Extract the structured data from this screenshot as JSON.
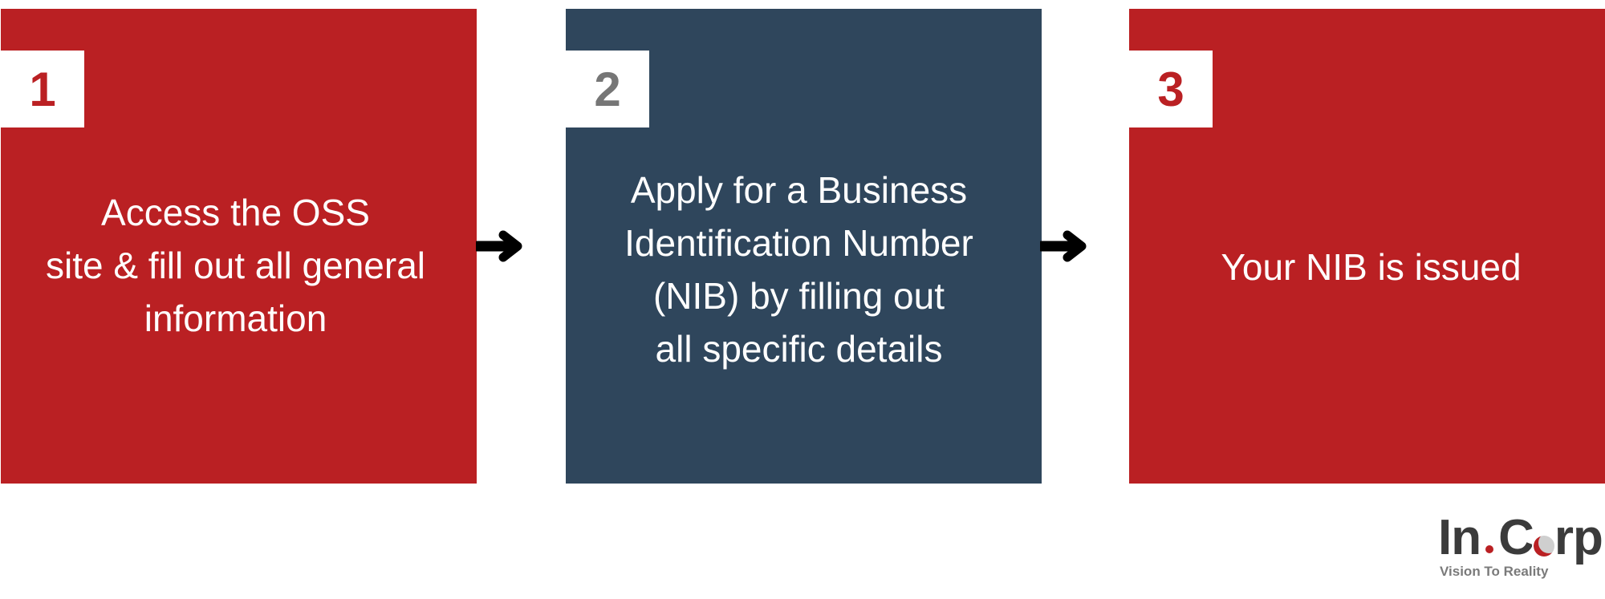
{
  "steps": [
    {
      "number": "1",
      "lines": [
        "Access the OSS",
        "site & fill out all general",
        "information"
      ]
    },
    {
      "number": "2",
      "lines": [
        "Apply for a Business",
        "Identification Number",
        "(NIB) by filling out",
        "all specific details"
      ]
    },
    {
      "number": "3",
      "lines": [
        "Your NIB is issued"
      ]
    }
  ],
  "logo": {
    "brand": "In.Corp",
    "tagline": "Vision To Reality"
  },
  "colors": {
    "red": "#ba2023",
    "navy": "#2f465c",
    "badge_gray_number": "#767676",
    "arrow": "#000000"
  },
  "icons": [
    "arrow-right-icon",
    "globe-icon"
  ]
}
